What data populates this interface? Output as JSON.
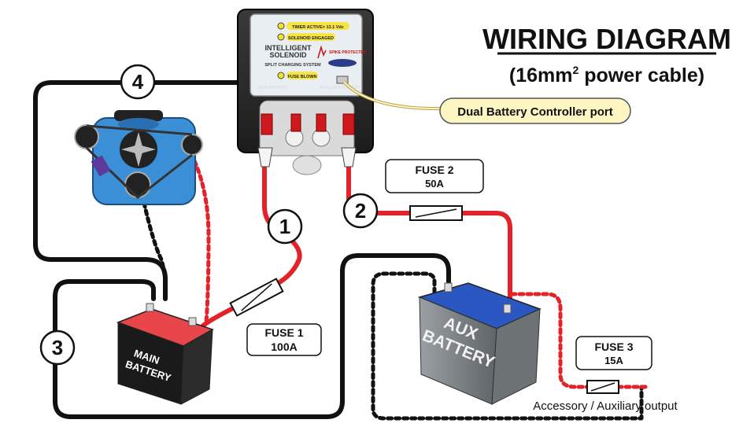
{
  "title": {
    "main": "WIRING DIAGRAM",
    "sub_prefix": "(16mm",
    "sub_sup": "2",
    "sub_suffix": " power cable)"
  },
  "controller": {
    "leds": [
      "TIMER ACTIVE> 13.1 Vdc",
      "SOLENOID ENGAGED",
      "FUSE BLOWN"
    ],
    "brand_line1": "INTELLIGENT",
    "brand_line2": "SOLENOID",
    "badge": "SPIKE PROTECTED",
    "system": "SPLIT CHARGING SYSTEM",
    "term_left": "MAIN BATTERY",
    "term_right": "AUXILIARY BATTERY"
  },
  "callout": {
    "port": "Dual Battery Controller port"
  },
  "numbers": [
    "1",
    "2",
    "3",
    "4"
  ],
  "fuses": [
    {
      "name": "FUSE 1",
      "rating": "100A"
    },
    {
      "name": "FUSE 2",
      "rating": "50A"
    },
    {
      "name": "FUSE 3",
      "rating": "15A"
    }
  ],
  "batteries": {
    "main": {
      "line1": "MAIN",
      "line2": "BATTERY"
    },
    "aux": {
      "line1": "AUX",
      "line2": "BATTERY"
    }
  },
  "accessory": "Accessory / Auxiliary output",
  "colors": {
    "positive": "#e3222a",
    "negative": "#111111",
    "controller": "#2a2a2a",
    "callout_fill": "#fdf6c3",
    "main_battery_top": "#e8464a",
    "aux_battery_top": "#2a57c2",
    "engine": "#3b8fd6"
  }
}
